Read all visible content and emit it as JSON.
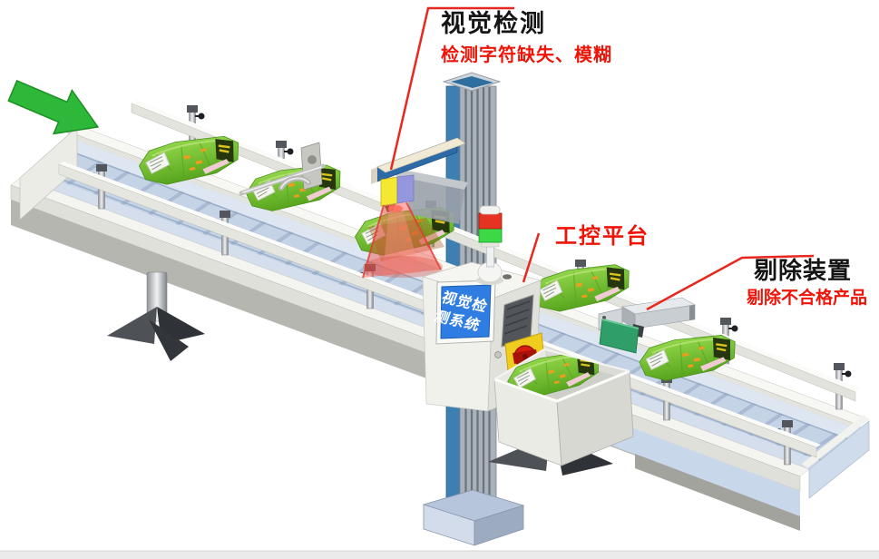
{
  "labels": {
    "vision_station": {
      "title": "视觉检测",
      "subtitle": "检测字符缺失、模糊"
    },
    "control_station": {
      "title": "工控平台"
    },
    "reject_station": {
      "title": "剔除装置",
      "subtitle": "剔除不合格产品"
    }
  },
  "console_screen": {
    "line1": "视觉检",
    "line2": "测系统",
    "full_text": "视觉检测系统"
  },
  "scene": {
    "flow_direction": "down-right",
    "packages_on_belt": 5,
    "packages_in_reject_bin": 1,
    "signal_tower_lights": [
      "red",
      "green"
    ]
  },
  "colors": {
    "label_red": "#ee1408",
    "label_black": "#151515",
    "leader_line": "#e8281e",
    "arrow_green": "#2db83a",
    "screen_blue": "#2f7de2",
    "belt_surface": "#c5d3e6",
    "frame_white": "#f2f2ee",
    "column_blue": "#3e7fb2",
    "camera_yellow": "#f4e832",
    "camera_violet": "#9496de",
    "beam_red": "#f25048",
    "tower_red": "#e63222",
    "tower_green": "#3bd946",
    "package_green": "#6fc02f",
    "pusher_green": "#2f9e68",
    "switch_red": "#d81c10",
    "switch_yellow": "#f0cc1e"
  }
}
